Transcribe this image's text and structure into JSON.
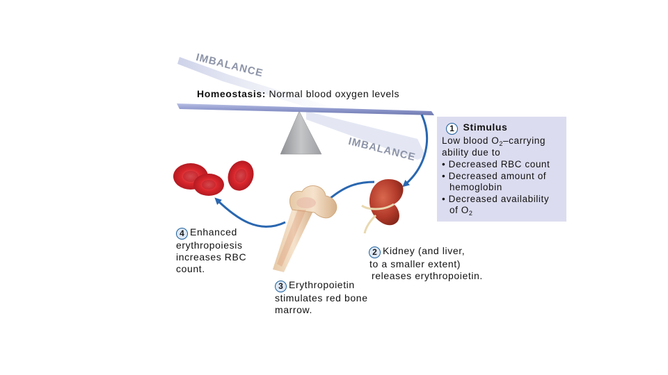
{
  "imbalance_top": "IMBALANCE",
  "imbalance_bottom": "IMBALANCE",
  "homeostasis": {
    "label": "Homeostasis:",
    "text": "Normal blood oxygen levels"
  },
  "stimulus": {
    "number": "1",
    "title": "Stimulus",
    "line1_pre": "Low blood O",
    "line1_sub": "2",
    "line1_post": "–carrying",
    "line2": "ability due to",
    "line3": "• Decreased RBC count",
    "line4": "• Decreased amount of",
    "line5": "hemoglobin",
    "line6": "• Decreased availability",
    "line7_pre": "of O",
    "line7_sub": "2"
  },
  "step2": {
    "number": "2",
    "line1": "Kidney (and liver,",
    "line2": "to a smaller extent)",
    "line3": "releases erythropoietin."
  },
  "step3": {
    "number": "3",
    "line1": "Erythropoietin",
    "line2": "stimulates red bone",
    "line3": "marrow."
  },
  "step4": {
    "number": "4",
    "line1": "Enhanced",
    "line2": "erythropoiesis",
    "line3": "increases RBC",
    "line4": "count."
  },
  "colors": {
    "beam": "#8f99cc",
    "fulcrum": "#a9abae",
    "arrow": "#2a67b0",
    "stimulus_box": "#dcdcf0",
    "rbc": "#d9262c",
    "kidney": "#b23a2a"
  }
}
